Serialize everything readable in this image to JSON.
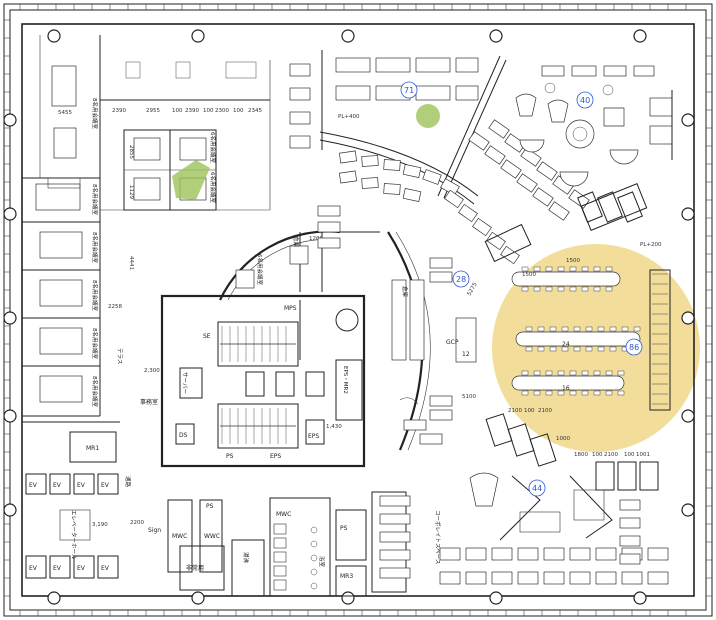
{
  "zone_numbers": [
    "71",
    "40",
    "28",
    "86",
    "44"
  ],
  "labels": {
    "l_plus400": "PL+400",
    "l_plus200": "PL+200",
    "l_mr_s": "8名用会議室",
    "l_mr_6": "6名用会議室",
    "l_ps": "PS",
    "l_mps": "MPS",
    "l_ds": "DS",
    "l_se": "SE",
    "l_eps": "EPS",
    "l_eps_mr": "EPS・MR2",
    "l_ev": "EV",
    "l_mr1": "MR1",
    "l_mr3": "MR3",
    "l_mwc": "MWC",
    "l_wwc": "WWC",
    "l_kitchen": "湯沸",
    "l_passage": "通路",
    "l_bath": "浴室",
    "l_terrace": "テラス",
    "l_community": "コーポレイトスペース",
    "l_storage": "倉庫",
    "l_server": "サーバー",
    "l_elevator_hall": "エレベーターホール",
    "l_lift": "非常用",
    "l_sign": "Sign",
    "l_gcp": "GCP",
    "l_chief": "事務室",
    "l_big": "12",
    "l_24": "24",
    "l_16": "16"
  },
  "dimensions": {
    "d1": "2390",
    "d2": "2955",
    "d3": "100",
    "d4": "2390",
    "d5": "100",
    "d6": "2300",
    "d7": "100",
    "d8": "2345",
    "d9": "5455",
    "d10": "1200",
    "d11": "2200",
    "d12": "1,430",
    "d13": "3,190",
    "d14": "2,300",
    "d15": "5100",
    "d16": "5275",
    "d17": "1000",
    "d18": "2100",
    "d19": "100",
    "d20": "1800",
    "d21": "100",
    "d22": "2100",
    "d23": "100",
    "d24": "1001",
    "d25": "1500",
    "d26": "2100",
    "d27": "1500",
    "d28": "2258",
    "d29": "4441",
    "d30": "2855",
    "d31": "1129",
    "d32": "12"
  },
  "colors": {
    "highlight": "#f0d78a",
    "zone_number": "#2b57d8",
    "wall": "#222222",
    "plant": "#9ec35a"
  }
}
